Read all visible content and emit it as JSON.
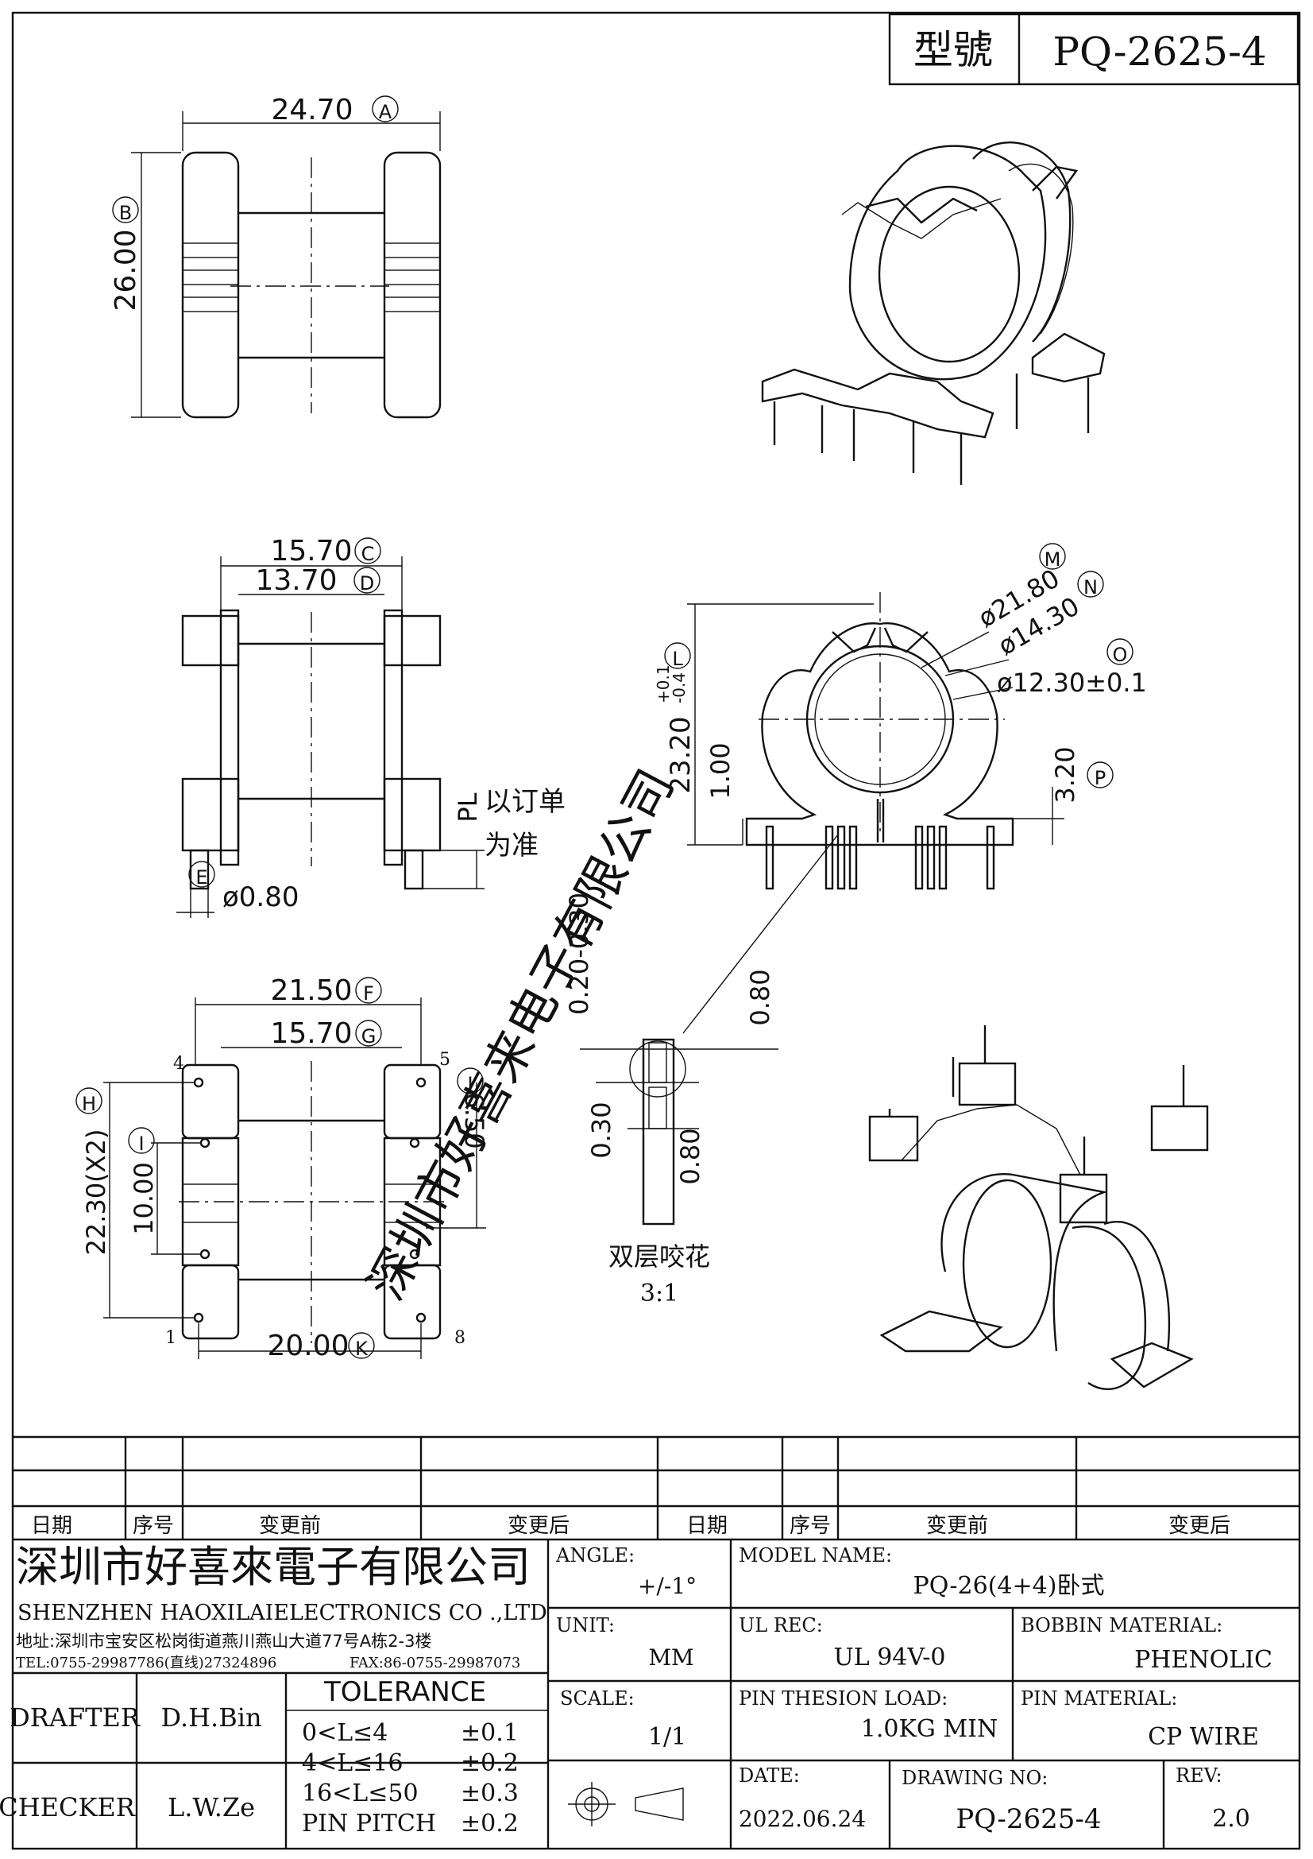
{
  "header": {
    "model_label": "型號",
    "model_value": "PQ-2625-4"
  },
  "dimensions": {
    "top_width": "24.70",
    "top_width_tag": "A",
    "top_height": "26.00",
    "top_height_tag": "B",
    "side_outer": "15.70",
    "side_outer_tag": "C",
    "side_inner": "13.70",
    "side_inner_tag": "D",
    "pin_dia": "ø0.80",
    "pin_dia_tag": "E",
    "bottom_width": "21.50",
    "bottom_width_tag": "F",
    "bottom_inner": "15.70",
    "bottom_inner_tag": "G",
    "bottom_height": "22.30(X2)",
    "bottom_height_tag": "H",
    "pin_span": "10.00",
    "pin_span_tag": "I",
    "pin_row": "6.50",
    "pin_row_tag": "J",
    "pin_pitch_x": "20.00",
    "pin_pitch_x_tag": "K",
    "front_height": "23.20",
    "front_height_tol_plus": "+0.1",
    "front_height_tol_minus": "-0.4",
    "front_height_tag": "L",
    "dia_outer": "ø21.80",
    "dia_outer_tag": "M",
    "dia_mid": "ø14.30",
    "dia_mid_tag": "N",
    "dia_inner": "ø12.30±0.1",
    "dia_inner_tag": "O",
    "base_gap": "1.00",
    "standoff": "3.20",
    "standoff_tag": "P",
    "pl_label": "PL",
    "pl_note_1": "以订单",
    "pl_note_2": "为准",
    "detail_a": "0.20-0.30",
    "detail_b": "0.80",
    "detail_c": "0.30",
    "detail_d": "0.80",
    "detail_caption": "双层咬花",
    "detail_scale": "3:1",
    "pin_no_4": "4",
    "pin_no_5": "5",
    "pin_no_1": "1",
    "pin_no_8": "8"
  },
  "revision_table": {
    "headers": [
      "日期",
      "序号",
      "变更前",
      "变更后",
      "日期",
      "序号",
      "变更前",
      "变更后"
    ]
  },
  "company": {
    "name_cn": "深圳市好喜來電子有限公司",
    "name_en": "SHENZHEN  HAOXILAIELECTRONICS  CO .,LTD",
    "address": "地址:深圳市宝安区松岗街道燕川燕山大道77号A栋2-3楼",
    "tel": "TEL:0755-29987786(直线)27324896",
    "fax": "FAX:86-0755-29987073"
  },
  "title_block": {
    "angle_label": "ANGLE:",
    "angle_value": "+/-1°",
    "model_name_label": "MODEL NAME:",
    "model_name_value": "PQ-26(4+4)卧式",
    "unit_label": "UNIT:",
    "unit_value": "MM",
    "ul_rec_label": "UL REC:",
    "ul_rec_value": "UL 94V-0",
    "bobbin_label": "BOBBIN MATERIAL:",
    "bobbin_value": "PHENOLIC",
    "scale_label": "SCALE:",
    "scale_value": "1/1",
    "pin_load_label": "PIN THESION LOAD:",
    "pin_load_value": "1.0KG MIN",
    "pin_material_label": "PIN MATERIAL:",
    "pin_material_value": "CP  WIRE",
    "date_label": "DATE:",
    "date_value": "2022.06.24",
    "drawing_no_label": "DRAWING NO:",
    "drawing_no_value": "PQ-2625-4",
    "rev_label": "REV:",
    "rev_value": "2.0",
    "drafter_label": "DRAFTER",
    "drafter_value": "D.H.Bin",
    "checker_label": "CHECKER",
    "checker_value": "L.W.Ze",
    "tolerance_title": "TOLERANCE",
    "tol_rows": [
      {
        "range": "0<L≤4",
        "value": "±0.1"
      },
      {
        "range": "4<L≤16",
        "value": "±0.2"
      },
      {
        "range": "16<L≤50",
        "value": "±0.3"
      },
      {
        "range": "PIN PITCH",
        "value": "±0.2"
      }
    ]
  },
  "watermark": "深圳市好喜来电子有限公司"
}
